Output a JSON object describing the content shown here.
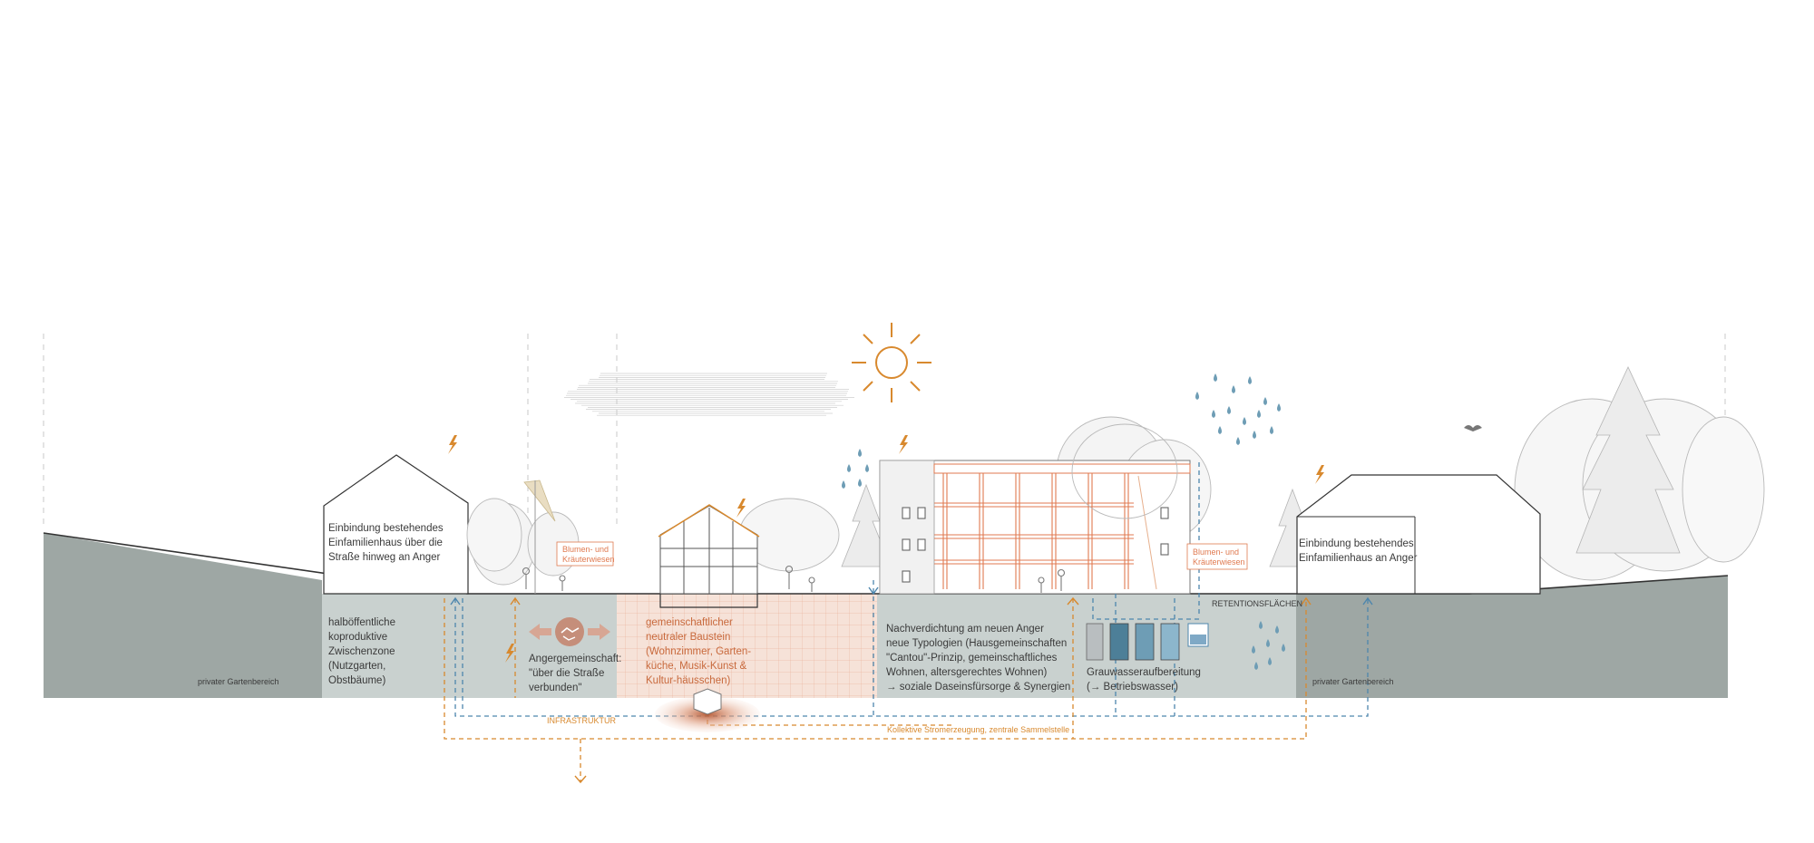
{
  "colors": {
    "ground": "#9ea7a4",
    "ground_light": "#c9d1cf",
    "orange": "#d8892e",
    "salmon": "#e5b9a6",
    "salmon_line": "#e07a50",
    "blue": "#4d86ad",
    "water": "#7fa9c6",
    "line": "#333333"
  },
  "icons": {
    "sun": "sun-icon",
    "lightning": "lightning-icon",
    "rain": "rain-drop-icon",
    "handshake": "handshake-icon",
    "bird": "bird-icon"
  },
  "labels": {
    "left_house": [
      "Einbindung bestehendes",
      "Einfamilienhaus über die",
      "Straße hinweg an Anger"
    ],
    "right_house": [
      "Einbindung bestehendes",
      "Einfamilienhaus an Anger"
    ],
    "private_left": "privater Gartenbereich",
    "private_right": "privater Gartenbereich",
    "zwischenzone": [
      "halböffentliche",
      "koproduktive",
      "Zwischenzone",
      "(Nutzgarten,",
      "Obstbäume)"
    ],
    "anger": [
      "Angergemeinschaft:",
      "\"über die Straße",
      "verbunden\""
    ],
    "baustein": [
      "gemeinschaftlicher",
      "neutraler Baustein",
      "(Wohnzimmer, Garten-",
      "küche, Musik-Kunst &",
      "Kultur-häusschen)"
    ],
    "nachverdichtung": [
      "Nachverdichtung am neuen Anger",
      "neue Typologien (Hausgemeinschaften",
      "\"Cantou\"-Prinzip, gemeinschaftliches",
      "Wohnen, altersgerechtes Wohnen)",
      "→ soziale Daseinsfürsorge & Synergien"
    ],
    "grauwasser": [
      "Grauwasseraufbereitung",
      "(→ Betriebswasser)"
    ],
    "retention": "RETENTIONSFLÄCHEN",
    "infrastruktur": "INFRASTRUKTUR",
    "strom": "Kollektive Stromerzeugung, zentrale Sammelstelle",
    "blumen_left": [
      "Blumen- und",
      "Kräuterwiesen"
    ],
    "blumen_right": [
      "Blumen- und",
      "Kräuterwiesen"
    ]
  }
}
